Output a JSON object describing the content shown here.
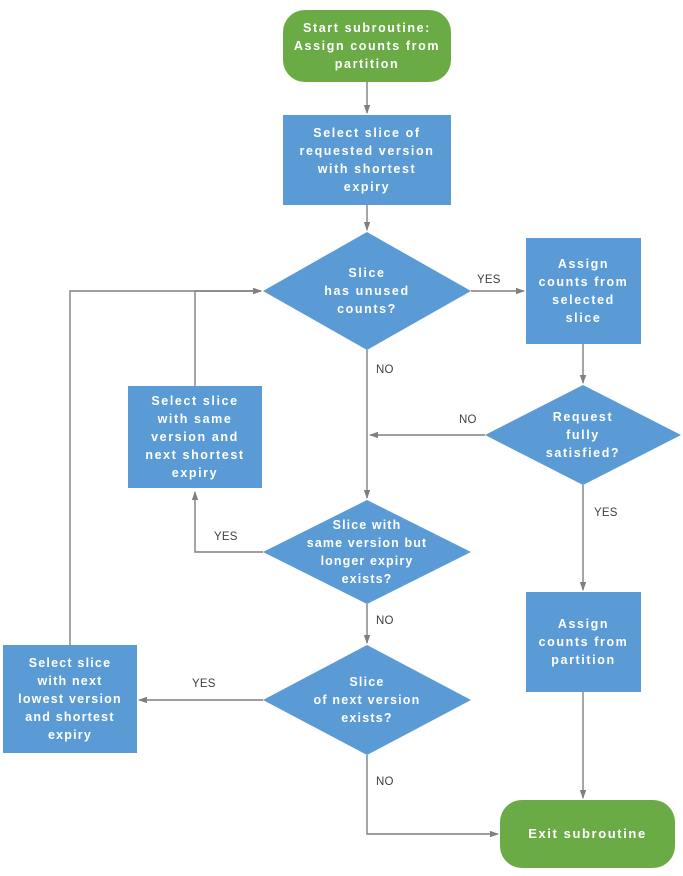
{
  "diagram": {
    "title": "Assign counts from partition subroutine flowchart",
    "colors": {
      "terminator": "#6AAB46",
      "process": "#5B9BD5",
      "decision": "#5B9BD5",
      "connector": "#7F7F7F",
      "node_text": "#FFFFFF",
      "edge_text": "#404040",
      "background": "#FFFFFF"
    },
    "nodes": [
      {
        "id": "start",
        "type": "terminator",
        "label": "Start subroutine: Assign counts from partition",
        "lines": [
          "Start subroutine:",
          "Assign counts from",
          "partition"
        ]
      },
      {
        "id": "select-shortest",
        "type": "process",
        "label": "Select slice of requested version with shortest expiry",
        "lines": [
          "Select slice of",
          "requested version",
          "with shortest",
          "expiry"
        ]
      },
      {
        "id": "has-unused-counts",
        "type": "decision",
        "label": "Slice has unused counts?",
        "lines": [
          "Slice",
          "has unused",
          "counts?"
        ]
      },
      {
        "id": "assign-from-slice",
        "type": "process",
        "label": "Assign counts from selected slice",
        "lines": [
          "Assign",
          "counts from",
          "selected",
          "slice"
        ]
      },
      {
        "id": "request-satisfied",
        "type": "decision",
        "label": "Request fully satisfied?",
        "lines": [
          "Request",
          "fully",
          "satisfied?"
        ]
      },
      {
        "id": "select-same-version",
        "type": "process",
        "label": "Select slice with same version and next shortest expiry",
        "lines": [
          "Select slice",
          "with same",
          "version and",
          "next shortest",
          "expiry"
        ]
      },
      {
        "id": "same-version-longer-expiry",
        "type": "decision",
        "label": "Slice with same version but longer expiry exists?",
        "lines": [
          "Slice with",
          "same version but",
          "longer expiry",
          "exists?"
        ]
      },
      {
        "id": "next-version-exists",
        "type": "decision",
        "label": "Slice of next version exists?",
        "lines": [
          "Slice",
          "of next version",
          "exists?"
        ]
      },
      {
        "id": "select-next-lowest",
        "type": "process",
        "label": "Select slice with next lowest version and shortest expiry",
        "lines": [
          "Select slice",
          "with next",
          "lowest version",
          "and shortest",
          "expiry"
        ]
      },
      {
        "id": "assign-from-partition",
        "type": "process",
        "label": "Assign counts from partition",
        "lines": [
          "Assign",
          "counts from",
          "partition"
        ]
      },
      {
        "id": "exit",
        "type": "terminator",
        "label": "Exit subroutine",
        "lines": [
          "Exit subroutine"
        ]
      }
    ],
    "edges": [
      {
        "id": "e-start-select",
        "from": "start",
        "to": "select-shortest",
        "label": ""
      },
      {
        "id": "e-select-hasunused",
        "from": "select-shortest",
        "to": "has-unused-counts",
        "label": ""
      },
      {
        "id": "e-hasunused-yes",
        "from": "has-unused-counts",
        "to": "assign-from-slice",
        "label": "YES"
      },
      {
        "id": "e-hasunused-no",
        "from": "has-unused-counts",
        "to": "same-version-longer-expiry",
        "label": "NO"
      },
      {
        "id": "e-assign-request",
        "from": "assign-from-slice",
        "to": "request-satisfied",
        "label": ""
      },
      {
        "id": "e-request-no",
        "from": "request-satisfied",
        "to": "same-version-longer-expiry",
        "label": "NO"
      },
      {
        "id": "e-request-yes",
        "from": "request-satisfied",
        "to": "assign-from-partition",
        "label": "YES"
      },
      {
        "id": "e-longer-yes",
        "from": "same-version-longer-expiry",
        "to": "select-same-version",
        "label": "YES"
      },
      {
        "id": "e-longer-no",
        "from": "same-version-longer-expiry",
        "to": "next-version-exists",
        "label": "NO"
      },
      {
        "id": "e-samever-loop",
        "from": "select-same-version",
        "to": "has-unused-counts",
        "label": ""
      },
      {
        "id": "e-nextver-yes",
        "from": "next-version-exists",
        "to": "select-next-lowest",
        "label": "YES"
      },
      {
        "id": "e-nextver-no",
        "from": "next-version-exists",
        "to": "exit",
        "label": "NO"
      },
      {
        "id": "e-nextlowest-loop",
        "from": "select-next-lowest",
        "to": "has-unused-counts",
        "label": ""
      },
      {
        "id": "e-partition-exit",
        "from": "assign-from-partition",
        "to": "exit",
        "label": ""
      }
    ]
  }
}
